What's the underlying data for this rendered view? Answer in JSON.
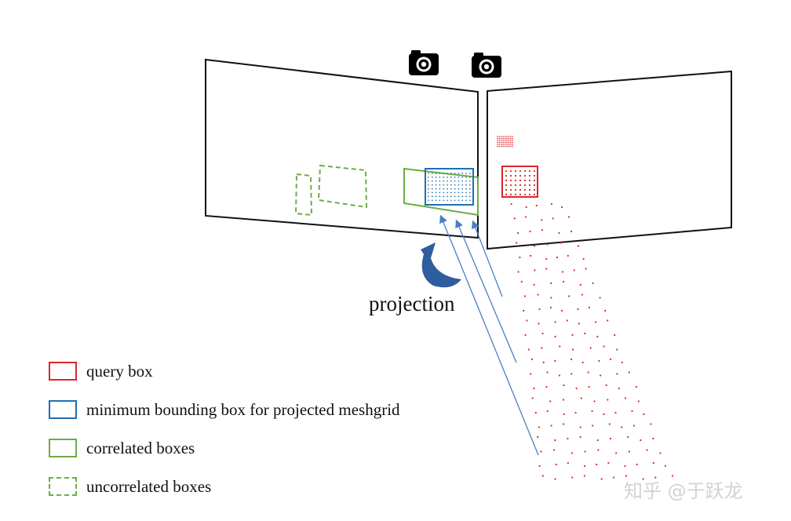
{
  "legend": {
    "items": [
      {
        "label": " query box",
        "color": "#d8262b",
        "style": "solid"
      },
      {
        "label": "minimum bounding box for projected meshgrid",
        "color": "#1f6fb2",
        "style": "solid"
      },
      {
        "label": "correlated boxes",
        "color": "#6aad45",
        "style": "solid"
      },
      {
        "label": "uncorrelated boxes",
        "color": "#6aad45",
        "style": "dashed"
      }
    ]
  },
  "annotation": {
    "projection": "projection"
  },
  "watermark": "知乎 @于跃龙",
  "colors": {
    "query": "#d8262b",
    "bbox": "#1f6fb2",
    "correlated": "#6aad45",
    "arrow": "#4a7fc1",
    "curved_arrow": "#2f5e9e",
    "frame": "#111111"
  },
  "icons": {
    "left_camera": "camera-icon",
    "right_camera": "camera-icon"
  }
}
